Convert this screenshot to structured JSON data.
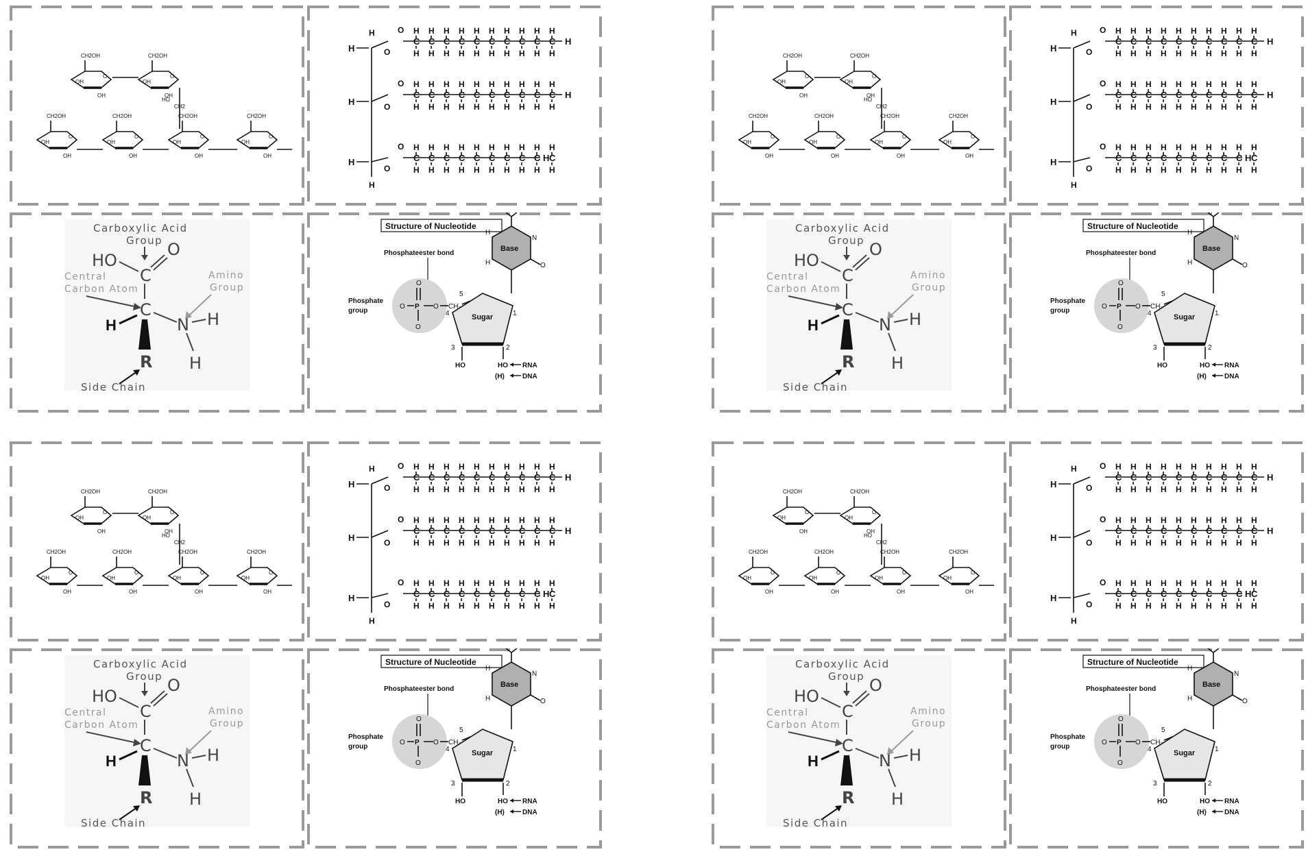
{
  "cards": {
    "starch": {
      "labels": [
        "CH2OH",
        "OH",
        "HO",
        "CH2",
        "O"
      ]
    },
    "fat": {
      "atoms": [
        "H",
        "C",
        "O"
      ]
    },
    "amino_acid": {
      "carboxylic_acid_group": "Carboxylic Acid",
      "group": "Group",
      "central": "Central",
      "carbon_atom": "Carbon Atom",
      "amino": "Amino",
      "amino_group": "Group",
      "side_chain": "Side Chain",
      "ho": "HO",
      "c": "C",
      "o": "O",
      "h": "H",
      "n": "N",
      "r": "R"
    },
    "nucleotide": {
      "title": "Structure of Nucleotide",
      "phosphoester_bond": "Phosphateester bond",
      "phosphate": "Phosphate",
      "group": "group",
      "base": "Base",
      "sugar": "Sugar",
      "rna": "RNA",
      "dna": "DNA",
      "ho": "HO",
      "h_paren": "(H)"
    }
  },
  "colors": {
    "cut_line": "#9a9a9a",
    "base_fill": "#b0b0b0",
    "sugar_fill": "#e6e6e6",
    "phosphate_circle": "#d6d6d6"
  }
}
